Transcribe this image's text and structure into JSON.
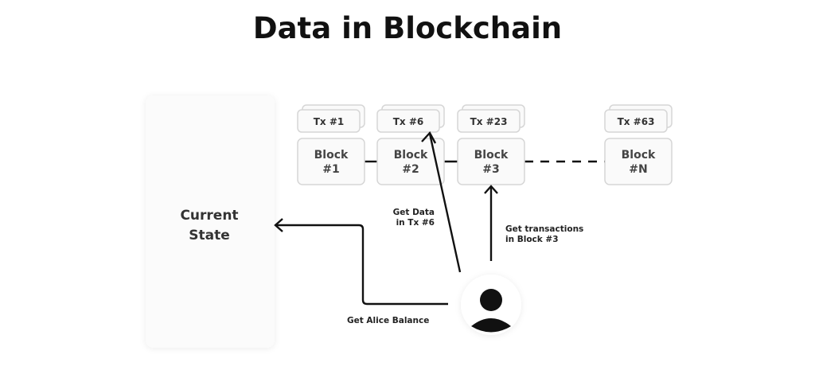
{
  "title": "Data in Blockchain",
  "current_state": {
    "line1": "Current",
    "line2": "State"
  },
  "blocks": [
    {
      "tx": "Tx #1",
      "line1": "Block",
      "line2": "#1"
    },
    {
      "tx": "Tx #6",
      "line1": "Block",
      "line2": "#2"
    },
    {
      "tx": "Tx #23",
      "line1": "Block",
      "line2": "#3"
    },
    {
      "tx": "Tx #63",
      "line1": "Block",
      "line2": "#N"
    }
  ],
  "labels": {
    "get_data_1": "Get Data",
    "get_data_2": "in Tx #6",
    "get_tx_1": "Get transactions",
    "get_tx_2": "in Block #3",
    "get_balance": "Get Alice Balance"
  },
  "icons": {
    "user": "user-avatar-icon"
  }
}
